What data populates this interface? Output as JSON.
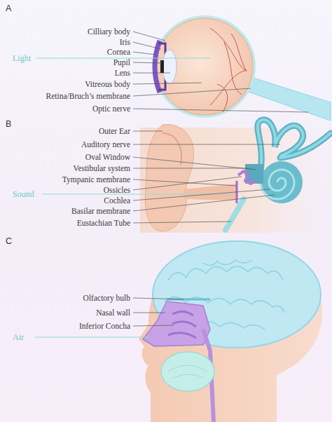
{
  "diagram": {
    "labels": [
      "A",
      "Cilliary body",
      "Iris",
      "Cornea",
      "Pupil",
      "Lens",
      "Vitreous body",
      "Retina/Bruch’s membrane",
      "Optic nerve",
      "Light",
      "B",
      "Outer Ear",
      "Auditory nerve",
      "Oval Window",
      "Vestibular system",
      "Tympanic membrane",
      "Sound",
      "Ossicles",
      "Cochlea",
      "Basilar membrane",
      "Eustachian Tube",
      "C",
      "Olfactory bulb",
      "Nasal wall",
      "Inferior Concha",
      "Air"
    ]
  }
}
